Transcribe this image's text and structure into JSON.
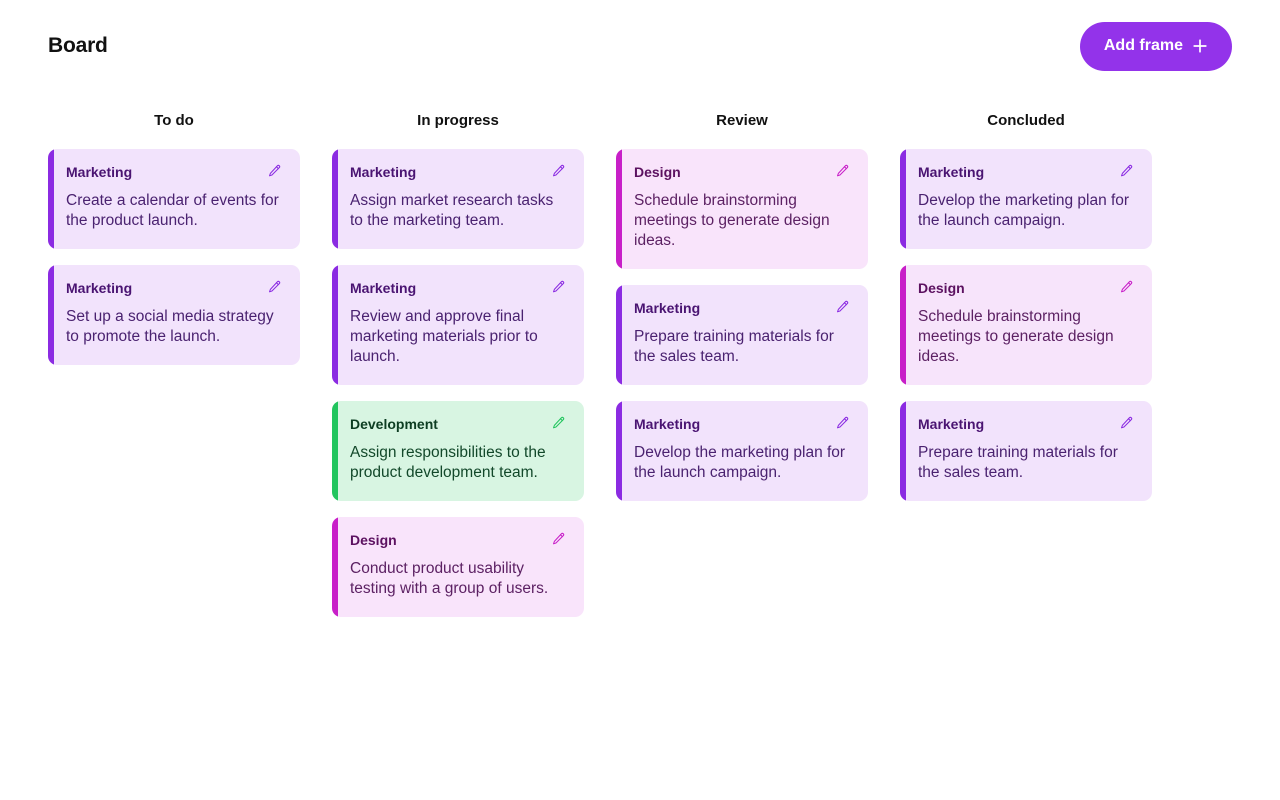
{
  "header": {
    "title": "Board",
    "add_frame_label": "Add frame",
    "add_frame_icon": "plus-icon",
    "accent_color": "#9333ea"
  },
  "icons": {
    "edit": "pencil-icon"
  },
  "categories": {
    "marketing": {
      "name": "Marketing",
      "accent": "#8b2be2",
      "background": "#f2e3fc",
      "text": "#4a2270"
    },
    "design": {
      "name": "Design",
      "accent": "#c81fc8",
      "background": "#f9e4fb",
      "text": "#5c2163"
    },
    "development": {
      "name": "Development",
      "accent": "#22c55e",
      "background": "#d8f5e2",
      "text": "#12482a"
    }
  },
  "board": {
    "columns": [
      {
        "title": "To do",
        "cards": [
          {
            "category": "Marketing",
            "theme": "cat-marketing",
            "text": "Create a calendar of events for the product launch."
          },
          {
            "category": "Marketing",
            "theme": "cat-marketing",
            "text": "Set up a social media strategy to promote the launch."
          }
        ]
      },
      {
        "title": "In progress",
        "cards": [
          {
            "category": "Marketing",
            "theme": "cat-marketing",
            "text": "Assign market research tasks to the marketing team."
          },
          {
            "category": "Marketing",
            "theme": "cat-marketing",
            "text": "Review and approve final marketing materials prior to launch."
          },
          {
            "category": "Development",
            "theme": "cat-development",
            "text": "Assign responsibilities to the product development team."
          },
          {
            "category": "Design",
            "theme": "cat-design",
            "text": "Conduct product usability testing with a group of users."
          }
        ]
      },
      {
        "title": "Review",
        "cards": [
          {
            "category": "Design",
            "theme": "cat-design",
            "text": "Schedule brainstorming meetings to generate design ideas."
          },
          {
            "category": "Marketing",
            "theme": "cat-marketing",
            "text": "Prepare training materials for the sales team."
          },
          {
            "category": "Marketing",
            "theme": "cat-marketing",
            "text": "Develop the marketing plan for the launch campaign."
          }
        ]
      },
      {
        "title": "Concluded",
        "cards": [
          {
            "category": "Marketing",
            "theme": "cat-marketing",
            "text": "Develop the marketing plan for the launch campaign."
          },
          {
            "category": "Design",
            "theme": "cat-design-light",
            "text": "Schedule brainstorming meetings to generate design ideas."
          },
          {
            "category": "Marketing",
            "theme": "cat-marketing",
            "text": "Prepare training materials for the sales team."
          }
        ]
      }
    ]
  }
}
